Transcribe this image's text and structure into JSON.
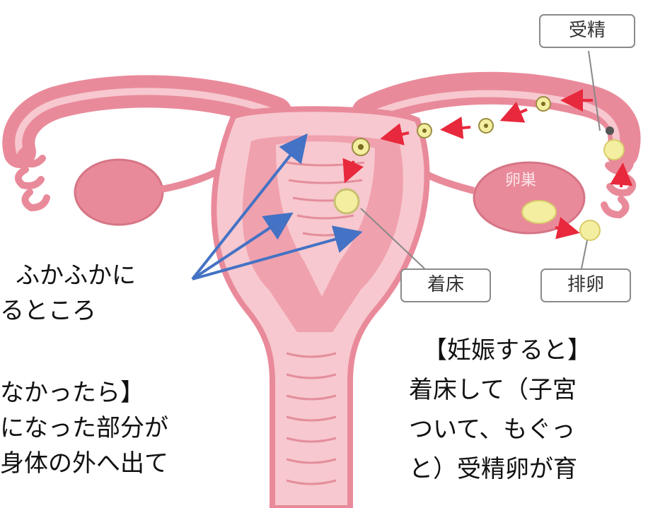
{
  "labels": {
    "fertilization": "受精",
    "ovary": "卵巣",
    "implantation": "着床",
    "ovulation": "排卵"
  },
  "text_left": {
    "line1": "ふかふかに",
    "line2": "るところ",
    "line3": "なかったら】",
    "line4": "になった部分が",
    "line5": "身体の外へ出て"
  },
  "text_right": {
    "line1": "【妊娠すると】",
    "line2": "着床して（子宮",
    "line3": "ついて、もぐっ",
    "line4": "と）受精卵が育"
  },
  "colors": {
    "uterus_outer": "#e98a9a",
    "uterus_inner": "#f7c8cf",
    "lining": "#ef9aa8",
    "arrow_red": "#e8283c",
    "arrow_blue": "#4472c4",
    "egg": "#f3eea0"
  }
}
